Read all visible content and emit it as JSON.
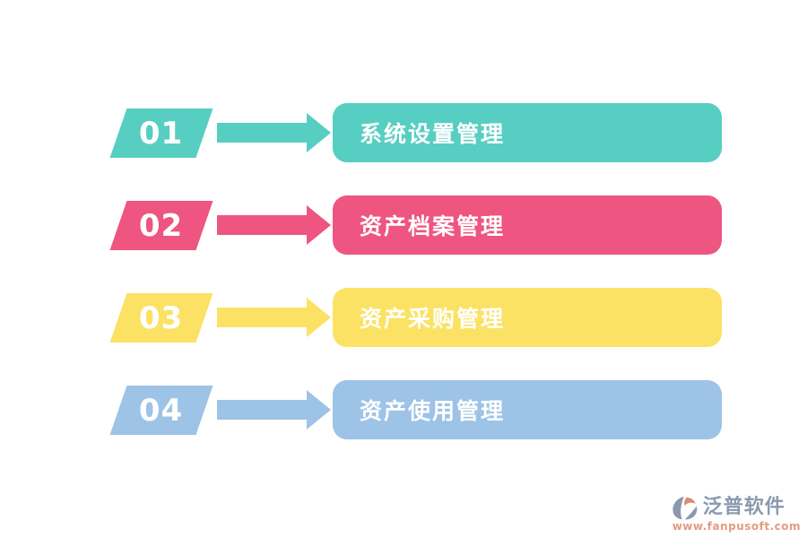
{
  "diagram": {
    "title_hidden": "",
    "steps": [
      {
        "number": "01",
        "label": "系统设置管理",
        "color": "#57CEC2"
      },
      {
        "number": "02",
        "label": "资产档案管理",
        "color": "#EE5581"
      },
      {
        "number": "03",
        "label": "资产采购管理",
        "color": "#FBE264"
      },
      {
        "number": "04",
        "label": "资产使用管理",
        "color": "#9DC3E6"
      }
    ]
  },
  "footer": {
    "brand": "泛普软件",
    "url": "www.fanpusoft.com",
    "brand_color": "#8A99AE",
    "url_color": "#E59B80",
    "icon_primary_color": "#8A99AE",
    "icon_accent_color": "#D98E72"
  }
}
